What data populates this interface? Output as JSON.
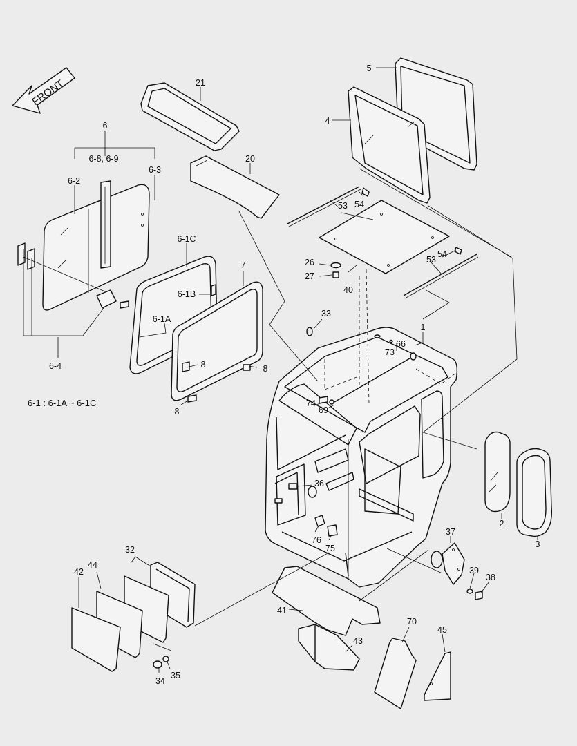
{
  "front_label": "FRONT",
  "note": "6-1 : 6-1A ~ 6-1C",
  "labels": {
    "l1": "1",
    "l2": "2",
    "l3": "3",
    "l4": "4",
    "l5": "5",
    "l6": "6",
    "l6_1a": "6-1A",
    "l6_1b": "6-1B",
    "l6_1c": "6-1C",
    "l6_2": "6-2",
    "l6_3": "6-3",
    "l6_4": "6-4",
    "l6_8_9": "6-8, 6-9",
    "l7": "7",
    "l8a": "8",
    "l8b": "8",
    "l8c": "8",
    "l20": "20",
    "l21": "21",
    "l26": "26",
    "l27": "27",
    "l32": "32",
    "l33": "33",
    "l34": "34",
    "l35": "35",
    "l36": "36",
    "l37": "37",
    "l38": "38",
    "l39": "39",
    "l40": "40",
    "l41": "41",
    "l42": "42",
    "l43": "43",
    "l44": "44",
    "l45": "45",
    "l53a": "53",
    "l53b": "53",
    "l54a": "54",
    "l54b": "54",
    "l66": "66",
    "l69": "69",
    "l70": "70",
    "l73": "73",
    "l74": "74",
    "l75": "75",
    "l76": "76"
  },
  "colors": {
    "line": "#111111",
    "background": "#ececec"
  }
}
